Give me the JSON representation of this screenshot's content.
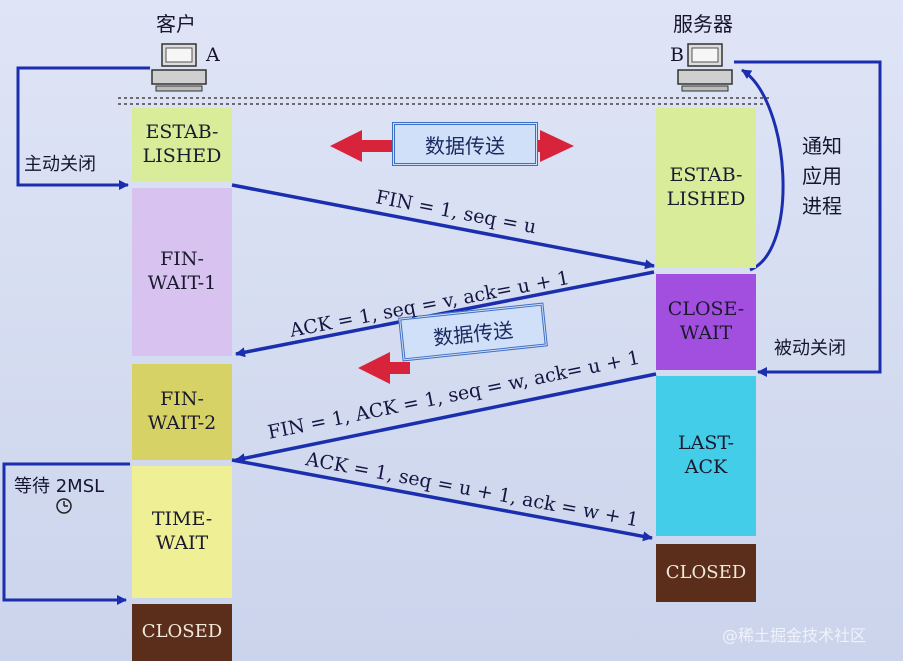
{
  "title_left": "客户",
  "title_right": "服务器",
  "host_a": "A",
  "host_b": "B",
  "left_note_active_close": "主动关闭",
  "left_note_wait": "等待 2MSL",
  "right_note_notify": [
    "通知",
    "应用",
    "进程"
  ],
  "right_note_passive_close": "被动关闭",
  "data_transfer_1": "数据传送",
  "data_transfer_2": "数据传送",
  "client_states": [
    {
      "line1": "ESTAB-",
      "line2": "LISHED"
    },
    {
      "line1": "FIN-",
      "line2": "WAIT-1"
    },
    {
      "line1": "FIN-",
      "line2": "WAIT-2"
    },
    {
      "line1": "TIME-",
      "line2": "WAIT"
    },
    {
      "line1": "CLOSED",
      "line2": ""
    }
  ],
  "server_states": [
    {
      "line1": "ESTAB-",
      "line2": "LISHED"
    },
    {
      "line1": "CLOSE-",
      "line2": "WAIT"
    },
    {
      "line1": "LAST-",
      "line2": "ACK"
    },
    {
      "line1": "CLOSED",
      "line2": ""
    }
  ],
  "messages": {
    "m1": "FIN = 1, seq = u",
    "m2": "ACK = 1, seq = v, ack= u + 1",
    "m3": "FIN = 1, ACK = 1, seq = w, ack= u + 1",
    "m4": "ACK = 1, seq = u + 1, ack = w + 1"
  },
  "watermark": "@稀土掘金技术社区",
  "colors": {
    "arrow": "#1b2fae",
    "red_arrow": "#d8243a",
    "established": "#d9ec9a",
    "fin_wait_1": "#d7c2f0",
    "fin_wait_2": "#d7d266",
    "time_wait": "#efef95",
    "closed": "#5a2e1a",
    "close_wait": "#a24fe0",
    "last_ack": "#44cde8"
  }
}
